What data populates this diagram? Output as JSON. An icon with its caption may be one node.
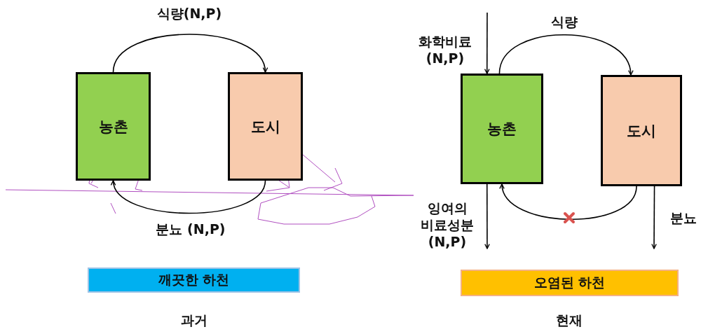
{
  "diagram": {
    "nodes": [
      {
        "text": [
          "농촌"
        ]
      },
      {
        "text": [
          "도시"
        ]
      },
      {
        "text": [
          "깨끗한 하천"
        ]
      },
      {
        "text": [
          "농촌"
        ]
      },
      {
        "text": [
          "도시"
        ]
      },
      {
        "text": [
          "오염된 하천"
        ]
      }
    ],
    "edges": [
      {
        "from": 0,
        "to": 1,
        "arrow": "to",
        "label": "식량(N,P)"
      },
      {
        "from": 1,
        "to": 0,
        "arrow": "to",
        "label": "분뇨 (N,P)"
      },
      {
        "from": null,
        "to": 3,
        "arrow": "to",
        "label": "화학비료 (N,P)"
      },
      {
        "from": 3,
        "to": 4,
        "arrow": "to",
        "label": "식량"
      },
      {
        "from": 4,
        "to": 3,
        "arrow": "to"
      },
      {
        "from": 3,
        "to": null,
        "arrow": "to",
        "label": "잉여의 비료성분 (N,P)"
      },
      {
        "from": 4,
        "to": null,
        "arrow": "to",
        "label": "분뇨"
      }
    ],
    "labels": [
      "과거",
      "현재"
    ]
  }
}
